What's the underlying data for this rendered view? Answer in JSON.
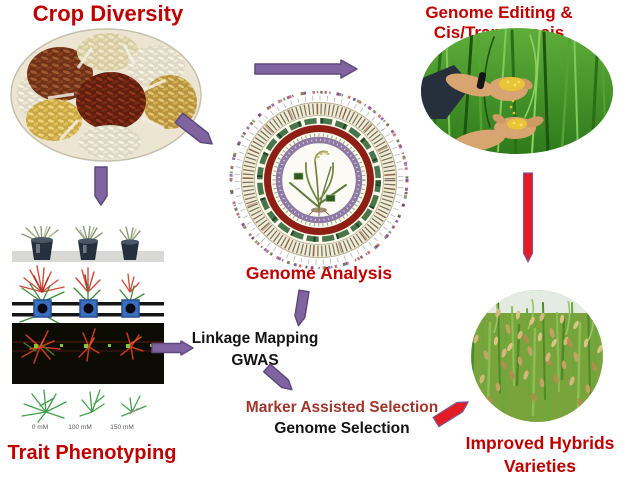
{
  "labels": {
    "crop_diversity": "Crop Diversity",
    "genome_editing": "Genome Editing & Cis/Trangenesis",
    "genome_analysis": "Genome Analysis",
    "linkage_mapping": "Linkage Mapping",
    "gwas": "GWAS",
    "marker_assisted_selection": "Marker Assisted Selection",
    "genome_selection": "Genome Selection",
    "improved_hybrids_line1": "Improved Hybrids",
    "improved_hybrids_line2": "Varieties",
    "trait_phenotyping": "Trait Phenotyping"
  },
  "phenotyping": {
    "scale_labels": [
      "0 mM",
      "100 mM",
      "150 mM"
    ]
  },
  "colors": {
    "title_red": "#C00000",
    "marker_red": "#A0372E",
    "text_black": "#141414",
    "arrow_purple": "#8064A2",
    "arrow_purple_border": "#5F497A",
    "arrow_red": "#E31B23",
    "genome_ring_dark_red": "#8E1F14",
    "genome_ring_green": "#34663A",
    "genome_ring_purple": "#8D79A4"
  }
}
